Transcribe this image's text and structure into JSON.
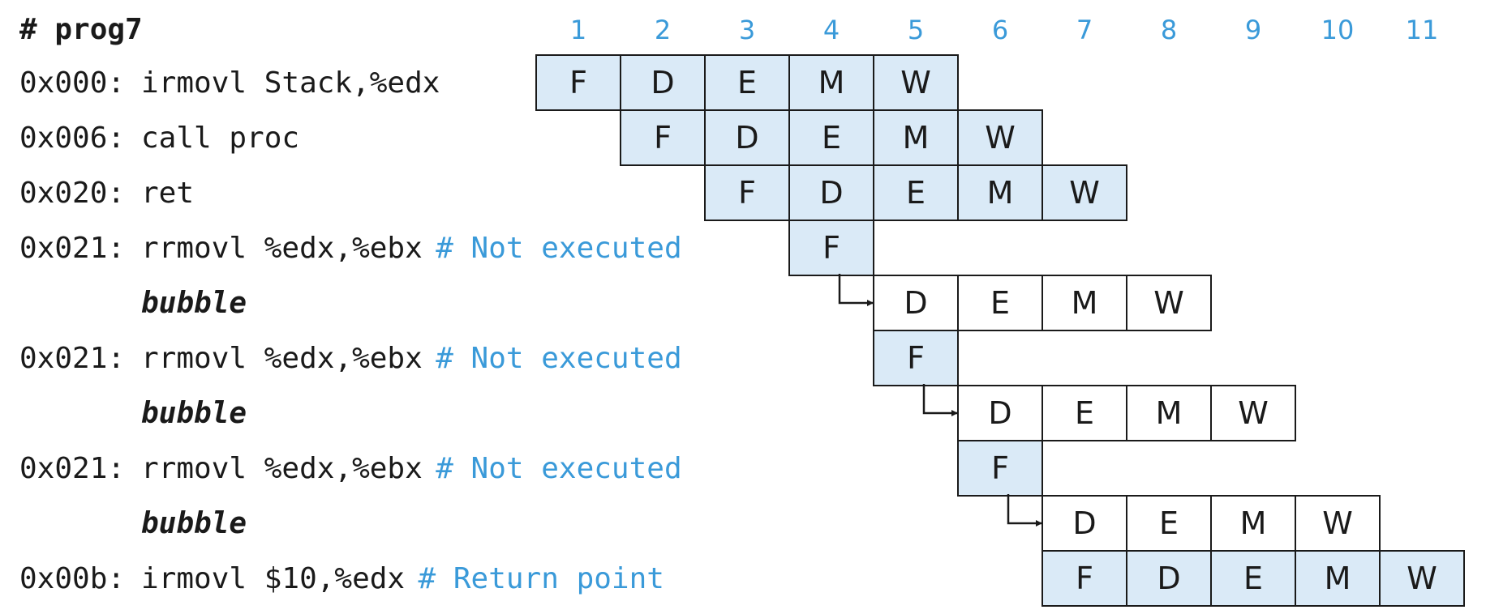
{
  "title": "# prog7",
  "colors": {
    "accent": "#3a9ad9",
    "cell_fill": "#daeaf7",
    "text": "#1a1a1a",
    "stroke": "#1a1a1a"
  },
  "cycles": [
    "1",
    "2",
    "3",
    "4",
    "5",
    "6",
    "7",
    "8",
    "9",
    "10",
    "11"
  ],
  "instructions": [
    {
      "addr": "0x000:",
      "instr": "irmovl Stack,%edx",
      "comment": "",
      "bold": false
    },
    {
      "addr": "0x006:",
      "instr": "call proc",
      "comment": "",
      "bold": false
    },
    {
      "addr": "0x020:",
      "instr": "ret",
      "comment": "",
      "bold": false
    },
    {
      "addr": "0x021:",
      "instr": "rrmovl %edx,%ebx",
      "comment": "# Not executed",
      "bold": false
    },
    {
      "addr": "",
      "instr": "bubble",
      "comment": "",
      "bold": true
    },
    {
      "addr": "0x021:",
      "instr": "rrmovl %edx,%ebx",
      "comment": "# Not executed",
      "bold": false
    },
    {
      "addr": "",
      "instr": "bubble",
      "comment": "",
      "bold": true
    },
    {
      "addr": "0x021:",
      "instr": "rrmovl %edx,%ebx",
      "comment": "# Not executed",
      "bold": false
    },
    {
      "addr": "",
      "instr": "bubble",
      "comment": "",
      "bold": true
    },
    {
      "addr": "0x00b:",
      "instr": "irmovl $10,%edx",
      "comment": "# Return point",
      "bold": false
    }
  ],
  "pipeline": [
    {
      "start": 1,
      "stages": [
        "F",
        "D",
        "E",
        "M",
        "W"
      ],
      "filled": true
    },
    {
      "start": 2,
      "stages": [
        "F",
        "D",
        "E",
        "M",
        "W"
      ],
      "filled": true
    },
    {
      "start": 3,
      "stages": [
        "F",
        "D",
        "E",
        "M",
        "W"
      ],
      "filled": true
    },
    {
      "start": 4,
      "stages": [
        "F"
      ],
      "filled": true
    },
    {
      "start": 5,
      "stages": [
        "D",
        "E",
        "M",
        "W"
      ],
      "filled": false,
      "arrow": true
    },
    {
      "start": 5,
      "stages": [
        "F"
      ],
      "filled": true
    },
    {
      "start": 6,
      "stages": [
        "D",
        "E",
        "M",
        "W"
      ],
      "filled": false,
      "arrow": true
    },
    {
      "start": 6,
      "stages": [
        "F"
      ],
      "filled": true
    },
    {
      "start": 7,
      "stages": [
        "D",
        "E",
        "M",
        "W"
      ],
      "filled": false,
      "arrow": true
    },
    {
      "start": 7,
      "stages": [
        "F",
        "D",
        "E",
        "M",
        "W"
      ],
      "filled": true
    }
  ]
}
